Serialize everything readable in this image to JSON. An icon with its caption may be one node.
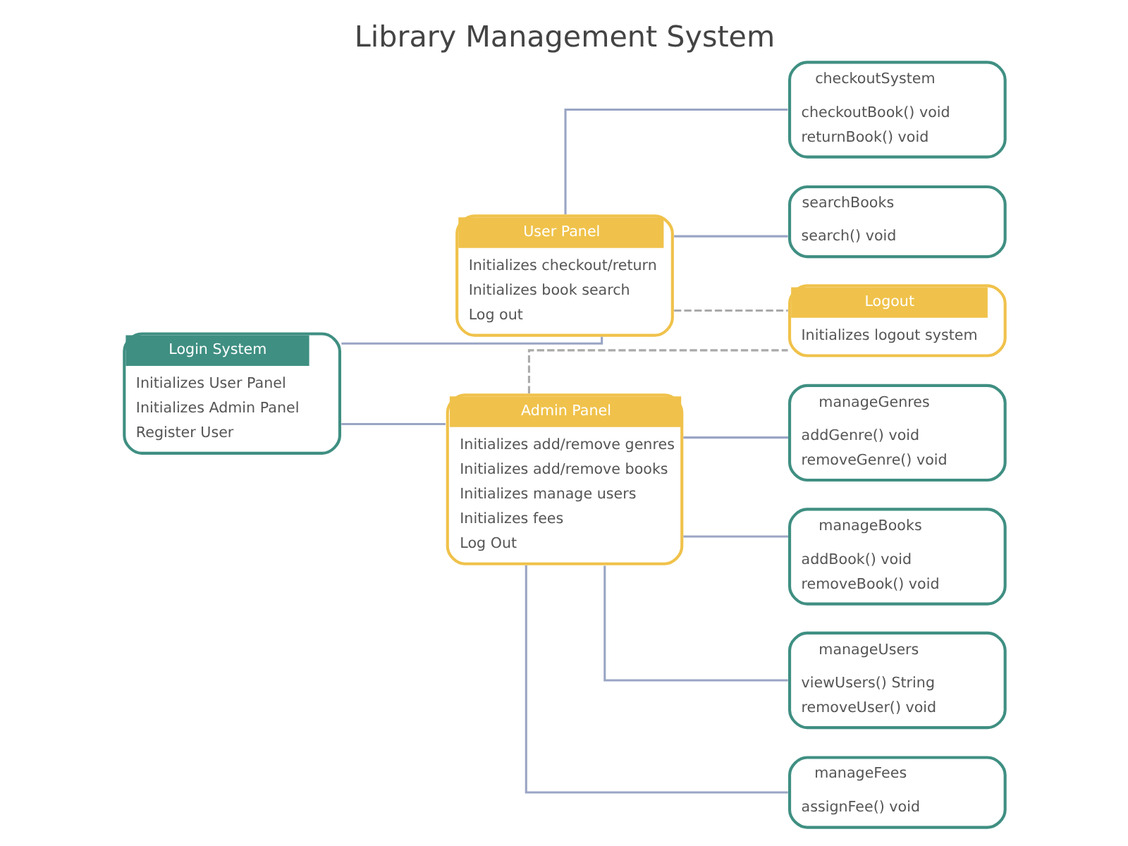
{
  "diagram": {
    "title": "Library Management System",
    "nodes": [
      {
        "text": [
          "Login System",
          "Initializes User Panel",
          "Initializes Admin Panel",
          "Register User"
        ]
      },
      {
        "text": [
          "User Panel",
          "Initializes checkout/return",
          "Initializes book search",
          "Log out"
        ]
      },
      {
        "text": [
          "Admin Panel",
          "Initializes add/remove genres",
          "Initializes add/remove books",
          "Initializes manage users",
          "Initializes fees",
          "Log Out"
        ]
      },
      {
        "text": [
          "checkoutSystem",
          "checkoutBook() void",
          "returnBook() void"
        ]
      },
      {
        "text": [
          "searchBooks",
          "search() void"
        ]
      },
      {
        "text": [
          "Logout",
          "Initializes logout system"
        ]
      },
      {
        "text": [
          "manageGenres",
          "addGenre() void",
          "removeGenre() void"
        ]
      },
      {
        "text": [
          "manageBooks",
          "addBook() void",
          "removeBook() void"
        ]
      },
      {
        "text": [
          "manageUsers",
          "viewUsers() String",
          "removeUser() void"
        ]
      },
      {
        "text": [
          "manageFees",
          "assignFee() void"
        ]
      }
    ],
    "edges": [
      {
        "from": 0,
        "to": 1,
        "arrow": "none"
      },
      {
        "from": 0,
        "to": 2,
        "arrow": "none"
      },
      {
        "from": 1,
        "to": 3,
        "arrow": "none"
      },
      {
        "from": 1,
        "to": 4,
        "arrow": "none"
      },
      {
        "from": 1,
        "to": 5,
        "arrow": "none",
        "style": "dashed",
        "color": "#aaaaaa"
      },
      {
        "from": 2,
        "to": 5,
        "arrow": "none",
        "style": "dashed",
        "color": "#aaaaaa"
      },
      {
        "from": 2,
        "to": 6,
        "arrow": "none"
      },
      {
        "from": 2,
        "to": 7,
        "arrow": "none"
      },
      {
        "from": 2,
        "to": 8,
        "arrow": "none"
      },
      {
        "from": 2,
        "to": 9,
        "arrow": "none"
      }
    ]
  }
}
